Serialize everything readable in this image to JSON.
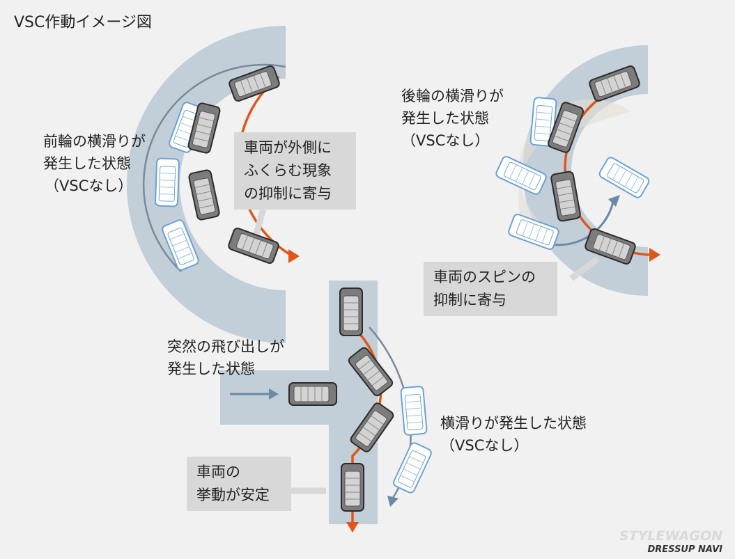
{
  "title": "VSC作動イメージ図",
  "panels": {
    "front_wheel": {
      "desc_lines": [
        "前輪の横滑りが",
        "発生した状態",
        "（VSCなし）"
      ],
      "callout_lines": [
        "車両が外側に",
        "ふくらむ現象",
        "の抑制に寄与"
      ]
    },
    "rear_wheel": {
      "desc_lines": [
        "後輪の横滑りが",
        "発生した状態",
        "（VSCなし）"
      ],
      "callout_lines": [
        "車両のスピンの",
        "抑制に寄与"
      ]
    },
    "sudden": {
      "desc_lines": [
        "突然の飛び出しが",
        "発生した状態"
      ],
      "skid_lines": [
        "横滑りが発生した状態",
        "（VSCなし）"
      ],
      "callout_lines": [
        "車両の",
        "挙動が安定"
      ]
    }
  },
  "watermark": {
    "line1": "STYLEWAGON",
    "line2": "DRESSUP NAVI"
  },
  "colors": {
    "road": "#c2ced8",
    "background": "#f1f1f1",
    "path_orange": "#e0561a",
    "car_body": "#7e7e7e",
    "car_roof": "#cfcfcf",
    "skid_car": "#ffffff",
    "skid_outline": "#6aa1d9",
    "arrow_blue": "#6a8aa6",
    "callout": "#d8d8d8"
  }
}
